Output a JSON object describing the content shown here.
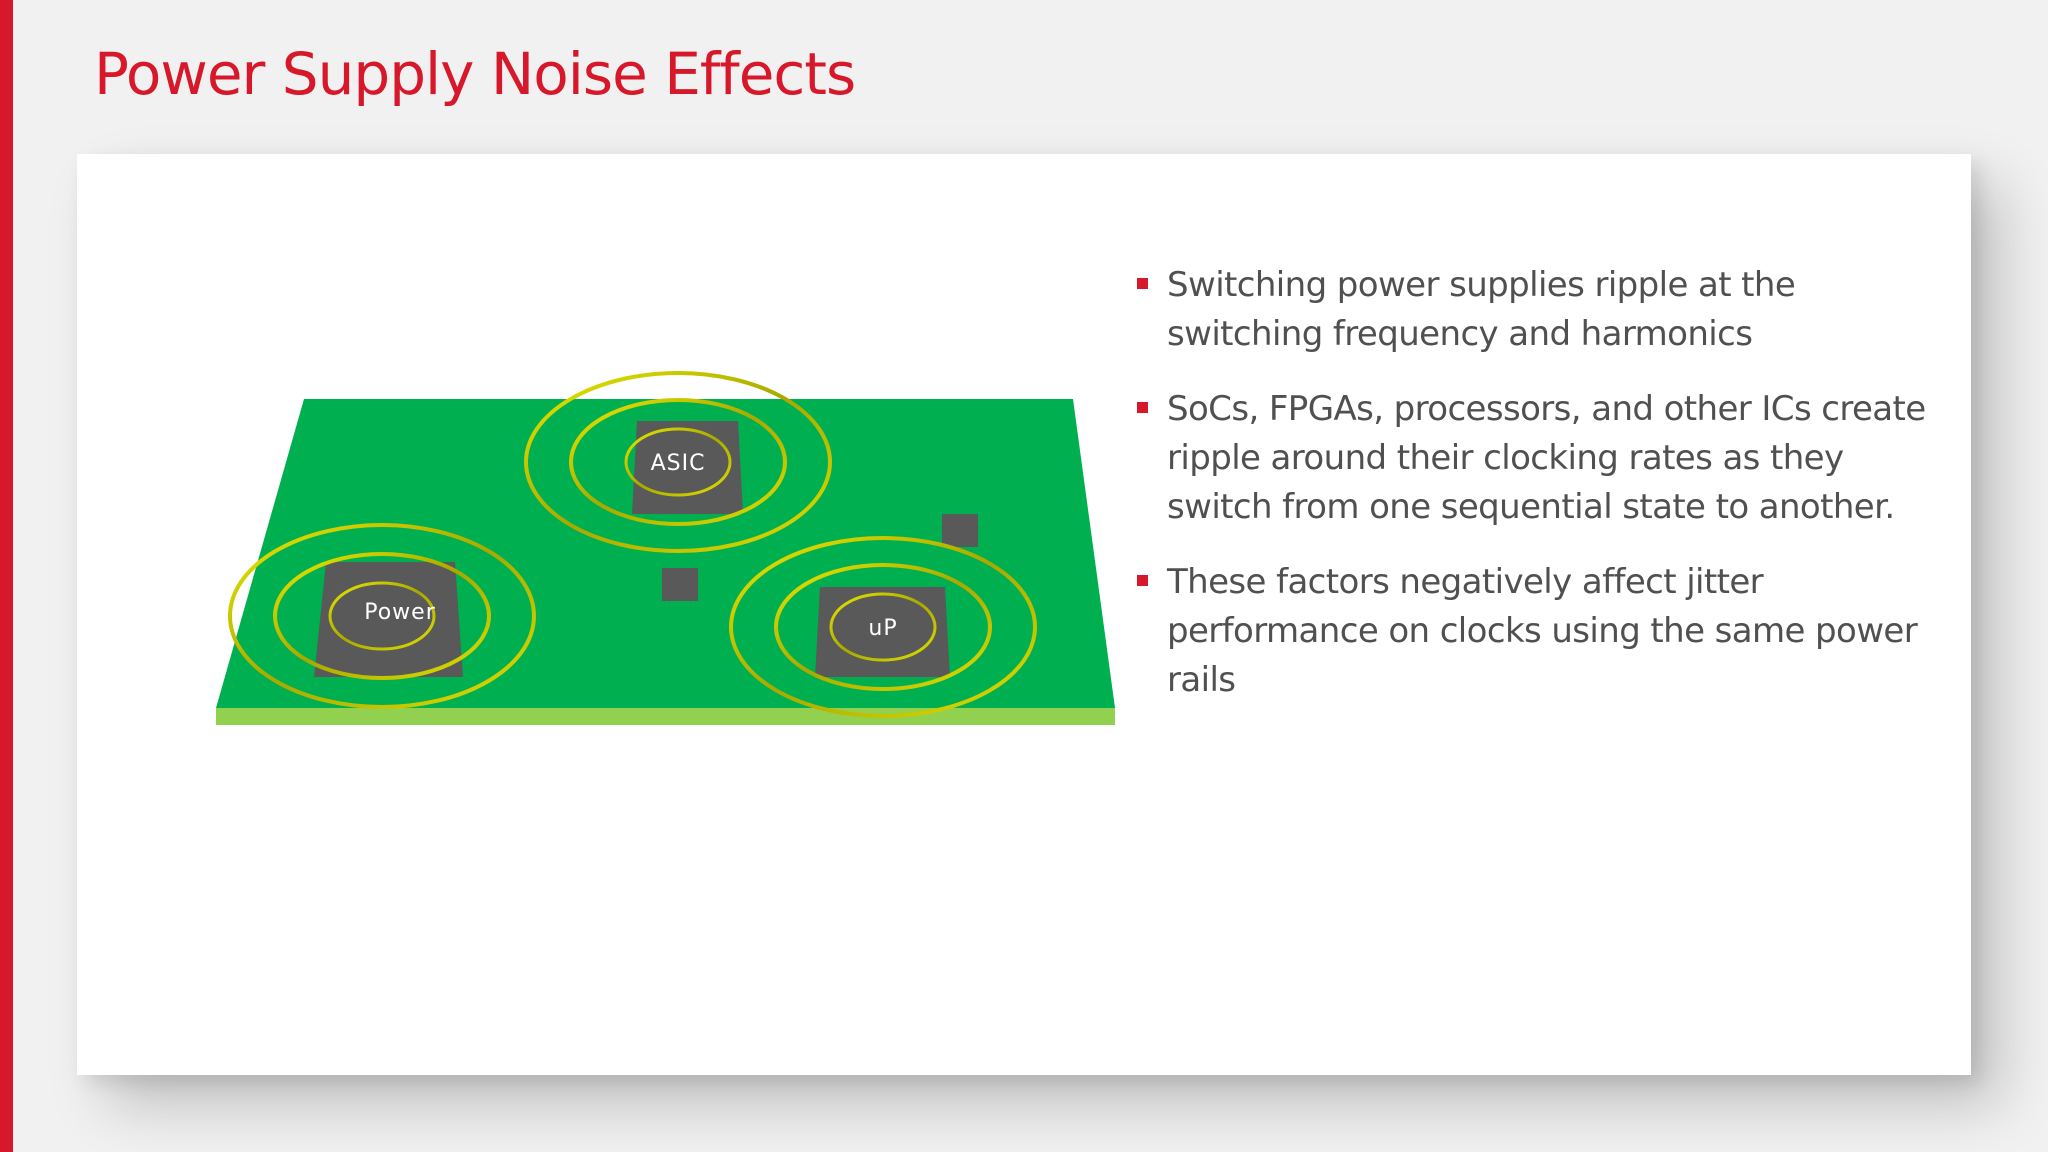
{
  "slide": {
    "title": "Power Supply Noise Effects"
  },
  "colors": {
    "accent": "#d7182a",
    "board": "#00b050",
    "board_edge": "#92d050",
    "chip": "#595959",
    "ripple": "#cccc00",
    "text": "#505050"
  },
  "diagram": {
    "chips": {
      "power": "Power",
      "asic": "ASIC",
      "up": "uP"
    }
  },
  "bullets": [
    "Switching power supplies ripple at the switching frequency and harmonics",
    "SoCs, FPGAs, processors, and other ICs create ripple around their clocking rates as they switch from one sequential state to another.",
    "These factors negatively affect jitter performance on clocks using the same power rails"
  ]
}
